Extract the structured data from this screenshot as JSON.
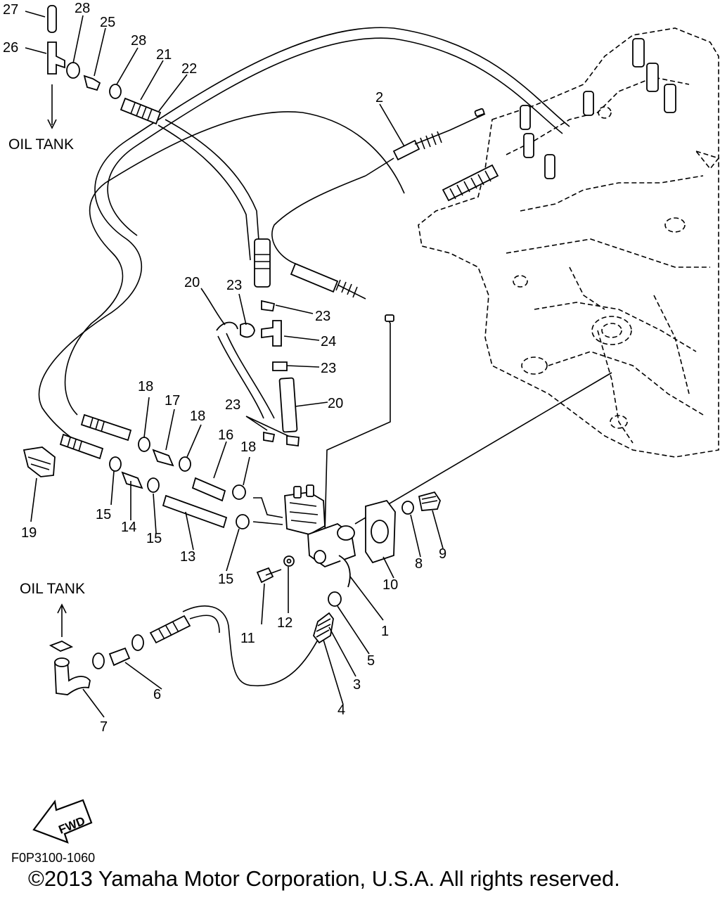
{
  "callouts": [
    {
      "label": "1"
    },
    {
      "label": "2"
    },
    {
      "label": "3"
    },
    {
      "label": "4"
    },
    {
      "label": "5"
    },
    {
      "label": "6"
    },
    {
      "label": "7"
    },
    {
      "label": "8"
    },
    {
      "label": "9"
    },
    {
      "label": "10"
    },
    {
      "label": "11"
    },
    {
      "label": "12"
    },
    {
      "label": "13"
    },
    {
      "label": "14"
    },
    {
      "label": "15"
    },
    {
      "label": "16"
    },
    {
      "label": "17"
    },
    {
      "label": "18"
    },
    {
      "label": "19"
    },
    {
      "label": "20"
    },
    {
      "label": "21"
    },
    {
      "label": "22"
    },
    {
      "label": "23"
    },
    {
      "label": "24"
    },
    {
      "label": "25"
    },
    {
      "label": "26"
    },
    {
      "label": "27"
    },
    {
      "label": "28"
    }
  ],
  "labels": {
    "oil_tank_top": "OIL TANK",
    "oil_tank_bottom": "OIL TANK",
    "fwd": "FWD",
    "figure_code": "F0P3100-1060"
  },
  "footer": {
    "copyright": "©2013 Yamaha Motor Corporation, U.S.A. All rights reserved."
  }
}
